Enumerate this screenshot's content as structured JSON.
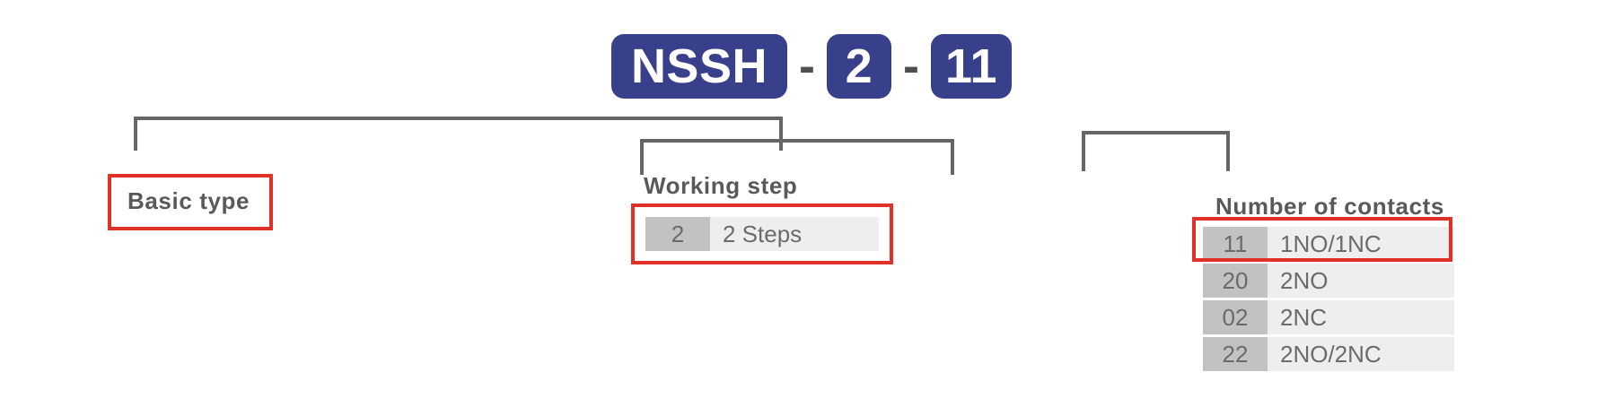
{
  "product_code": {
    "segments": [
      {
        "type": "badge",
        "text": "NSSH",
        "name": "badge-basic-type"
      },
      {
        "type": "dash",
        "text": "-"
      },
      {
        "type": "badge",
        "text": "2",
        "name": "badge-working-step"
      },
      {
        "type": "dash",
        "text": "-"
      },
      {
        "type": "badge",
        "text": "11",
        "name": "badge-number-of-contacts"
      }
    ],
    "badge_color": "#383f8b",
    "badge_text_color": "#ffffff",
    "dash_color": "#4f4f4f"
  },
  "sections": {
    "basic_type": {
      "label": "Basic type",
      "highlighted": true
    },
    "working_step": {
      "heading": "Working step",
      "rows": [
        {
          "code": "2",
          "description": "2 Steps"
        }
      ],
      "highlighted_row": 0
    },
    "number_of_contacts": {
      "heading": "Number of contacts",
      "rows": [
        {
          "code": "11",
          "description": "1NO/1NC"
        },
        {
          "code": "20",
          "description": "2NO"
        },
        {
          "code": "02",
          "description": "2NC"
        },
        {
          "code": "22",
          "description": "2NO/2NC"
        }
      ],
      "highlighted_row": 0
    }
  },
  "colors": {
    "highlight_red": "#e03127",
    "code_cell_bg": "#c2c2c2",
    "desc_cell_bg": "#eeeeee",
    "text_gray": "#6b6b6b",
    "heading_gray": "#595959",
    "connector_gray": "#666666"
  }
}
